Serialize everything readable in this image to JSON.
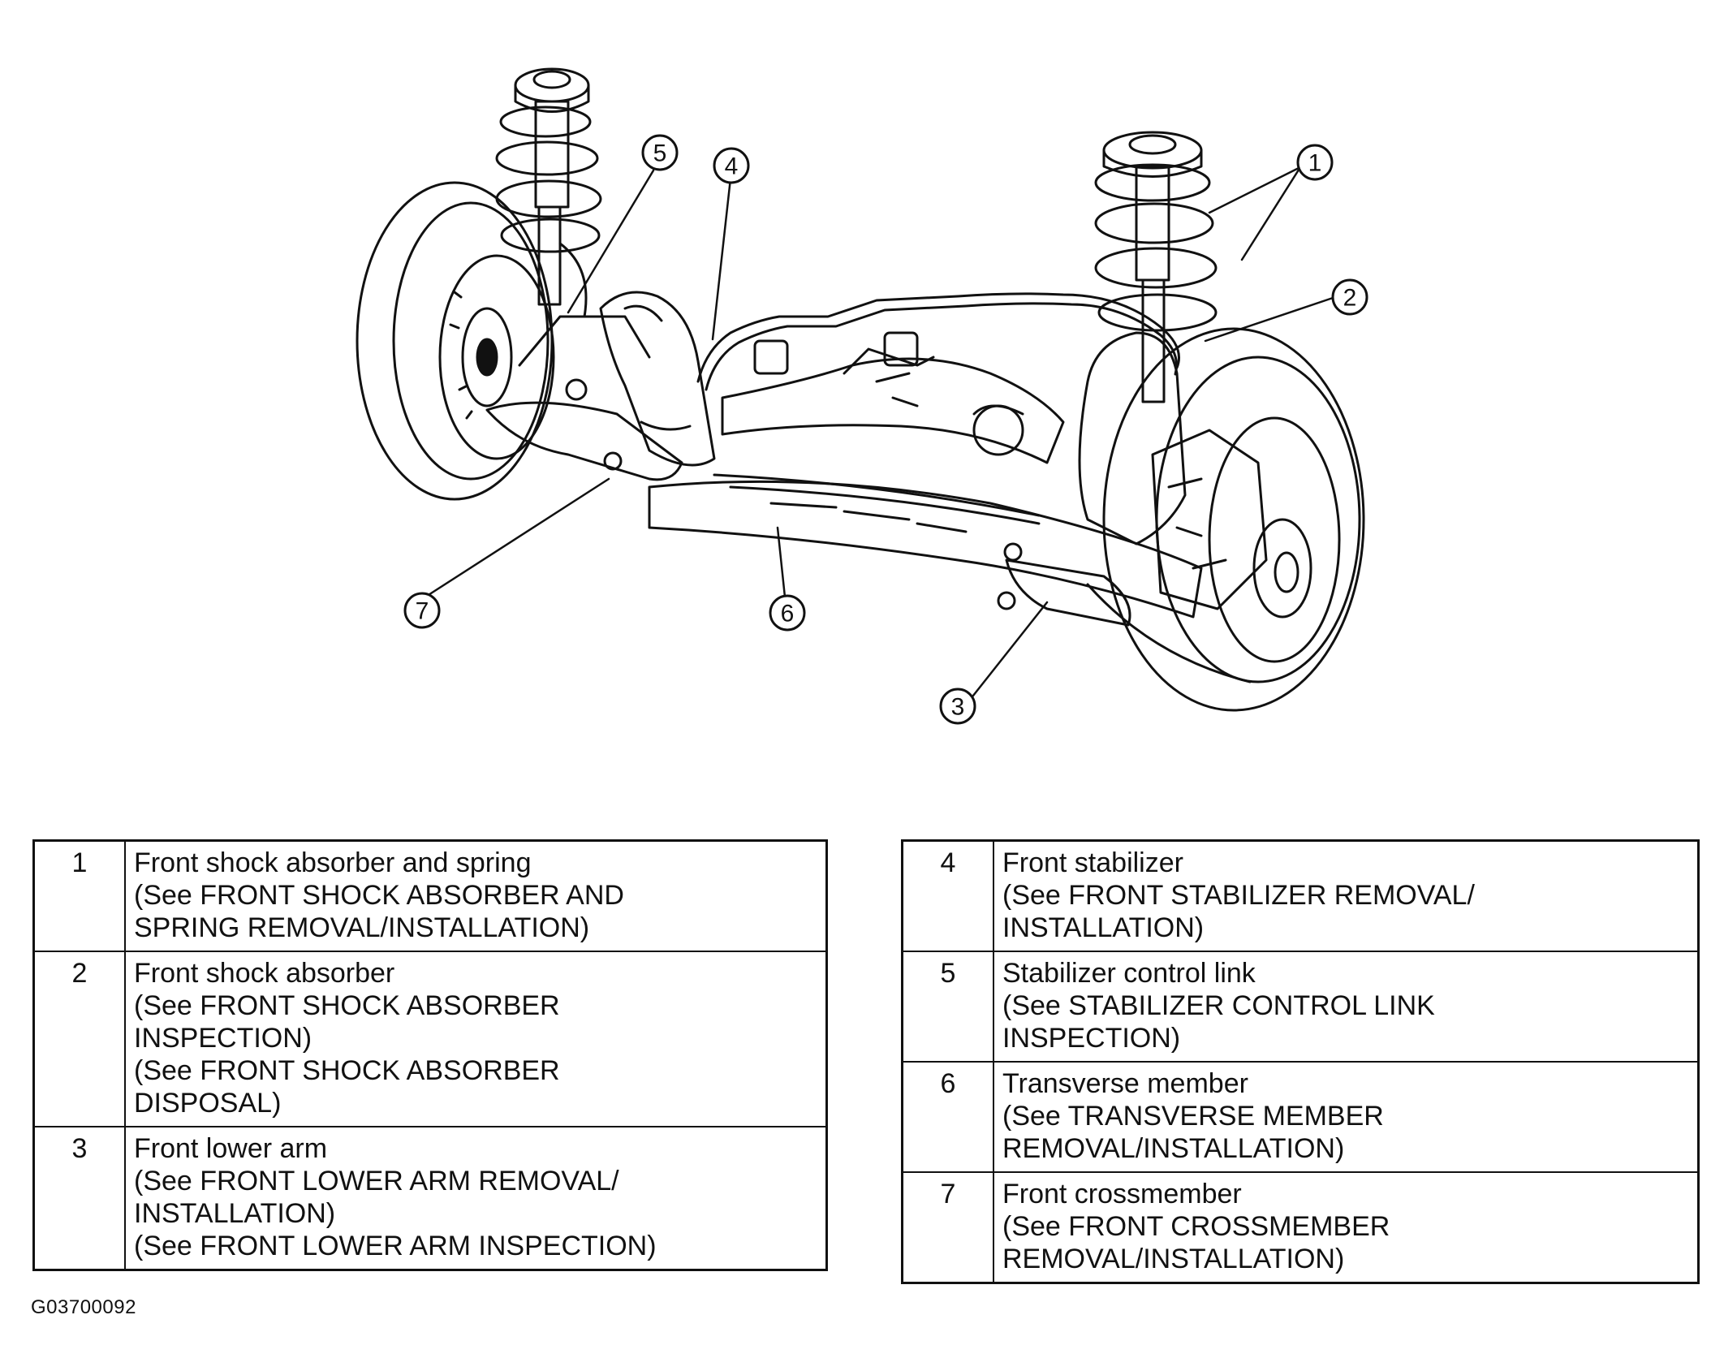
{
  "callouts": [
    "1",
    "2",
    "3",
    "4",
    "5",
    "6",
    "7"
  ],
  "left_table": [
    {
      "num": "1",
      "lines": [
        "Front shock absorber and spring",
        "(See FRONT SHOCK ABSORBER AND",
        "SPRING REMOVAL/INSTALLATION)"
      ]
    },
    {
      "num": "2",
      "lines": [
        "Front shock absorber",
        "(See FRONT SHOCK ABSORBER",
        "INSPECTION)",
        "(See  FRONT SHOCK ABSORBER",
        "DISPOSAL)"
      ]
    },
    {
      "num": "3",
      "lines": [
        "Front lower arm",
        "(See FRONT LOWER ARM REMOVAL/",
        "INSTALLATION)",
        "(See FRONT LOWER ARM INSPECTION)"
      ]
    }
  ],
  "right_table": [
    {
      "num": "4",
      "lines": [
        "Front stabilizer",
        "(See FRONT STABILIZER REMOVAL/",
        "INSTALLATION)"
      ]
    },
    {
      "num": "5",
      "lines": [
        "Stabilizer control link",
        "(See STABILIZER CONTROL LINK",
        "INSPECTION)"
      ]
    },
    {
      "num": "6",
      "lines": [
        "Transverse member",
        "(See TRANSVERSE MEMBER",
        "REMOVAL/INSTALLATION)"
      ]
    },
    {
      "num": "7",
      "lines": [
        "Front crossmember",
        "(See  FRONT CROSSMEMBER",
        "REMOVAL/INSTALLATION)"
      ]
    }
  ],
  "figure_code": "G03700092"
}
